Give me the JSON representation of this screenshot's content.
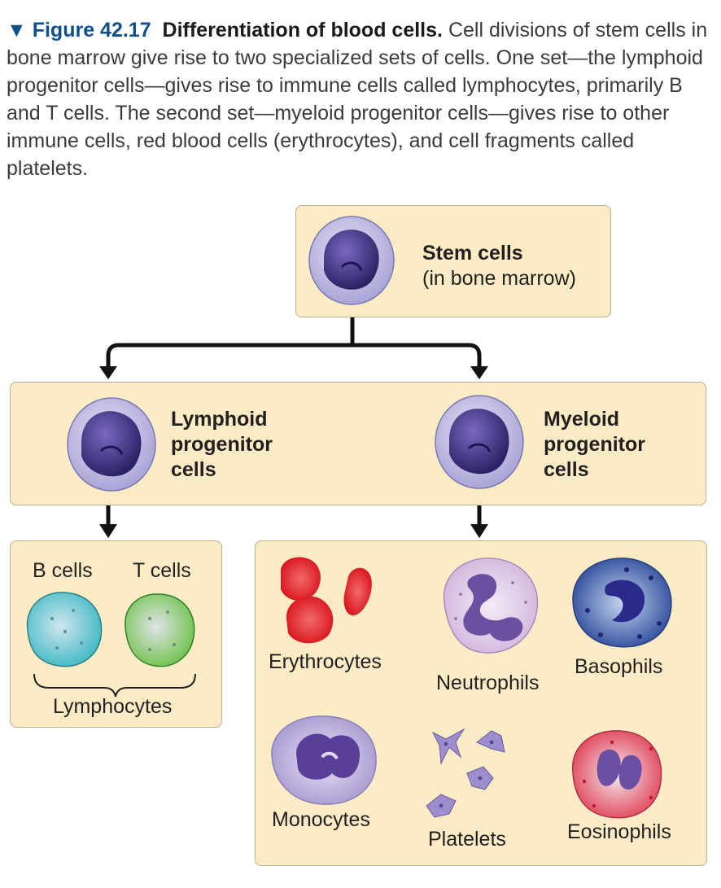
{
  "figure": {
    "marker": "▼",
    "number": "Figure 42.17",
    "title": "Differentiation of blood cells.",
    "text": "Cell divisions of stem cells in bone marrow give rise to two specialized sets of cells. One set—the lymphoid progenitor cells—gives rise to immune cells called lymphocytes, primarily B and T cells. The second set—myeloid progenitor cells—gives rise to other immune cells, red blood cells (erythrocytes), and cell fragments called platelets."
  },
  "stem": {
    "name": "Stem cells",
    "location": "(in bone marrow)"
  },
  "lymphoid": {
    "line1": "Lymphoid",
    "line2": "progenitor",
    "line3": "cells"
  },
  "myeloid": {
    "line1": "Myeloid",
    "line2": "progenitor",
    "line3": "cells"
  },
  "lymphocytes": {
    "b_cells": "B cells",
    "t_cells": "T cells",
    "group": "Lymphocytes"
  },
  "myeloid_products": {
    "erythrocytes": "Erythrocytes",
    "neutrophils": "Neutrophils",
    "basophils": "Basophils",
    "monocytes": "Monocytes",
    "platelets": "Platelets",
    "eosinophils": "Eosinophils"
  },
  "colors": {
    "caption_blue": "#0f4f8c",
    "box_fill": "#fcecc6",
    "nucleus": "#4a3a8e",
    "cytoplasm": "#c9c6e8",
    "rbc": "#e02a2f"
  }
}
